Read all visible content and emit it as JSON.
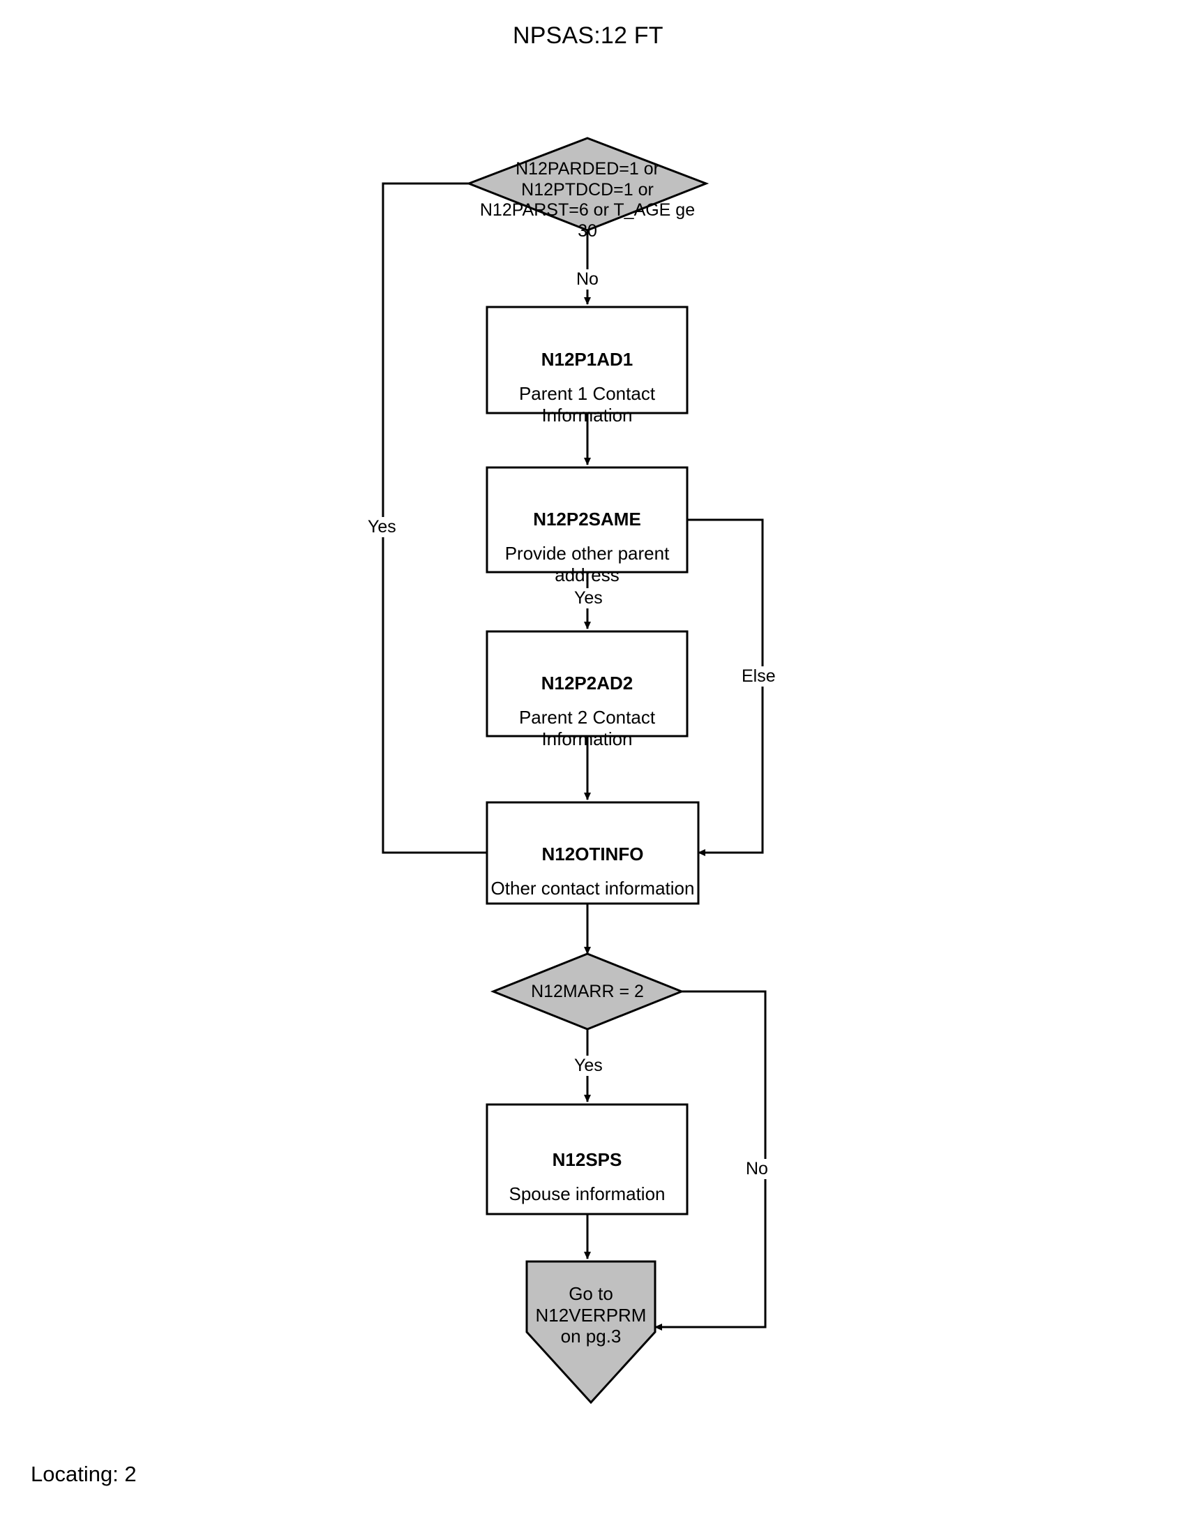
{
  "page": {
    "title": "NPSAS:12 FT",
    "footer": "Locating: 2"
  },
  "colors": {
    "decision_fill": "#c0c0c0",
    "terminal_fill": "#c0c0c0",
    "process_fill": "#ffffff",
    "stroke": "#000000",
    "background": "#ffffff"
  },
  "nodes": {
    "decision_parent": {
      "type": "decision",
      "text": "N12PARDED=1 or\nN12PTDCD=1 or\nN12PARST=6 or T_AGE ge\n30"
    },
    "proc_p1ad1": {
      "type": "process",
      "name": "N12P1AD1",
      "desc": "Parent 1 Contact\nInformation"
    },
    "proc_p2same": {
      "type": "process",
      "name": "N12P2SAME",
      "desc": "Provide other parent\naddress"
    },
    "proc_p2ad2": {
      "type": "process",
      "name": "N12P2AD2",
      "desc": "Parent 2 Contact\nInformation"
    },
    "proc_otinfo": {
      "type": "process",
      "name": "N12OTINFO",
      "desc": "Other contact information"
    },
    "decision_marr": {
      "type": "decision",
      "text": "N12MARR = 2"
    },
    "proc_sps": {
      "type": "process",
      "name": "N12SPS",
      "desc": "Spouse information"
    },
    "terminal_goto": {
      "type": "terminal",
      "text": "Go to\nN12VERPRM\non pg.3"
    }
  },
  "edges": [
    {
      "id": "e-parent-yes",
      "from": "decision_parent",
      "to": "proc_otinfo",
      "label": "Yes"
    },
    {
      "id": "e-parent-no",
      "from": "decision_parent",
      "to": "proc_p1ad1",
      "label": "No"
    },
    {
      "id": "e-p1ad1-p2same",
      "from": "proc_p1ad1",
      "to": "proc_p2same",
      "label": ""
    },
    {
      "id": "e-p2same-yes",
      "from": "proc_p2same",
      "to": "proc_p2ad2",
      "label": "Yes"
    },
    {
      "id": "e-p2same-else",
      "from": "proc_p2same",
      "to": "proc_otinfo",
      "label": "Else"
    },
    {
      "id": "e-p2ad2-otinfo",
      "from": "proc_p2ad2",
      "to": "proc_otinfo",
      "label": ""
    },
    {
      "id": "e-otinfo-marr",
      "from": "proc_otinfo",
      "to": "decision_marr",
      "label": ""
    },
    {
      "id": "e-marr-yes",
      "from": "decision_marr",
      "to": "proc_sps",
      "label": "Yes"
    },
    {
      "id": "e-marr-no",
      "from": "decision_marr",
      "to": "terminal_goto",
      "label": "No"
    },
    {
      "id": "e-sps-goto",
      "from": "proc_sps",
      "to": "terminal_goto",
      "label": ""
    }
  ]
}
